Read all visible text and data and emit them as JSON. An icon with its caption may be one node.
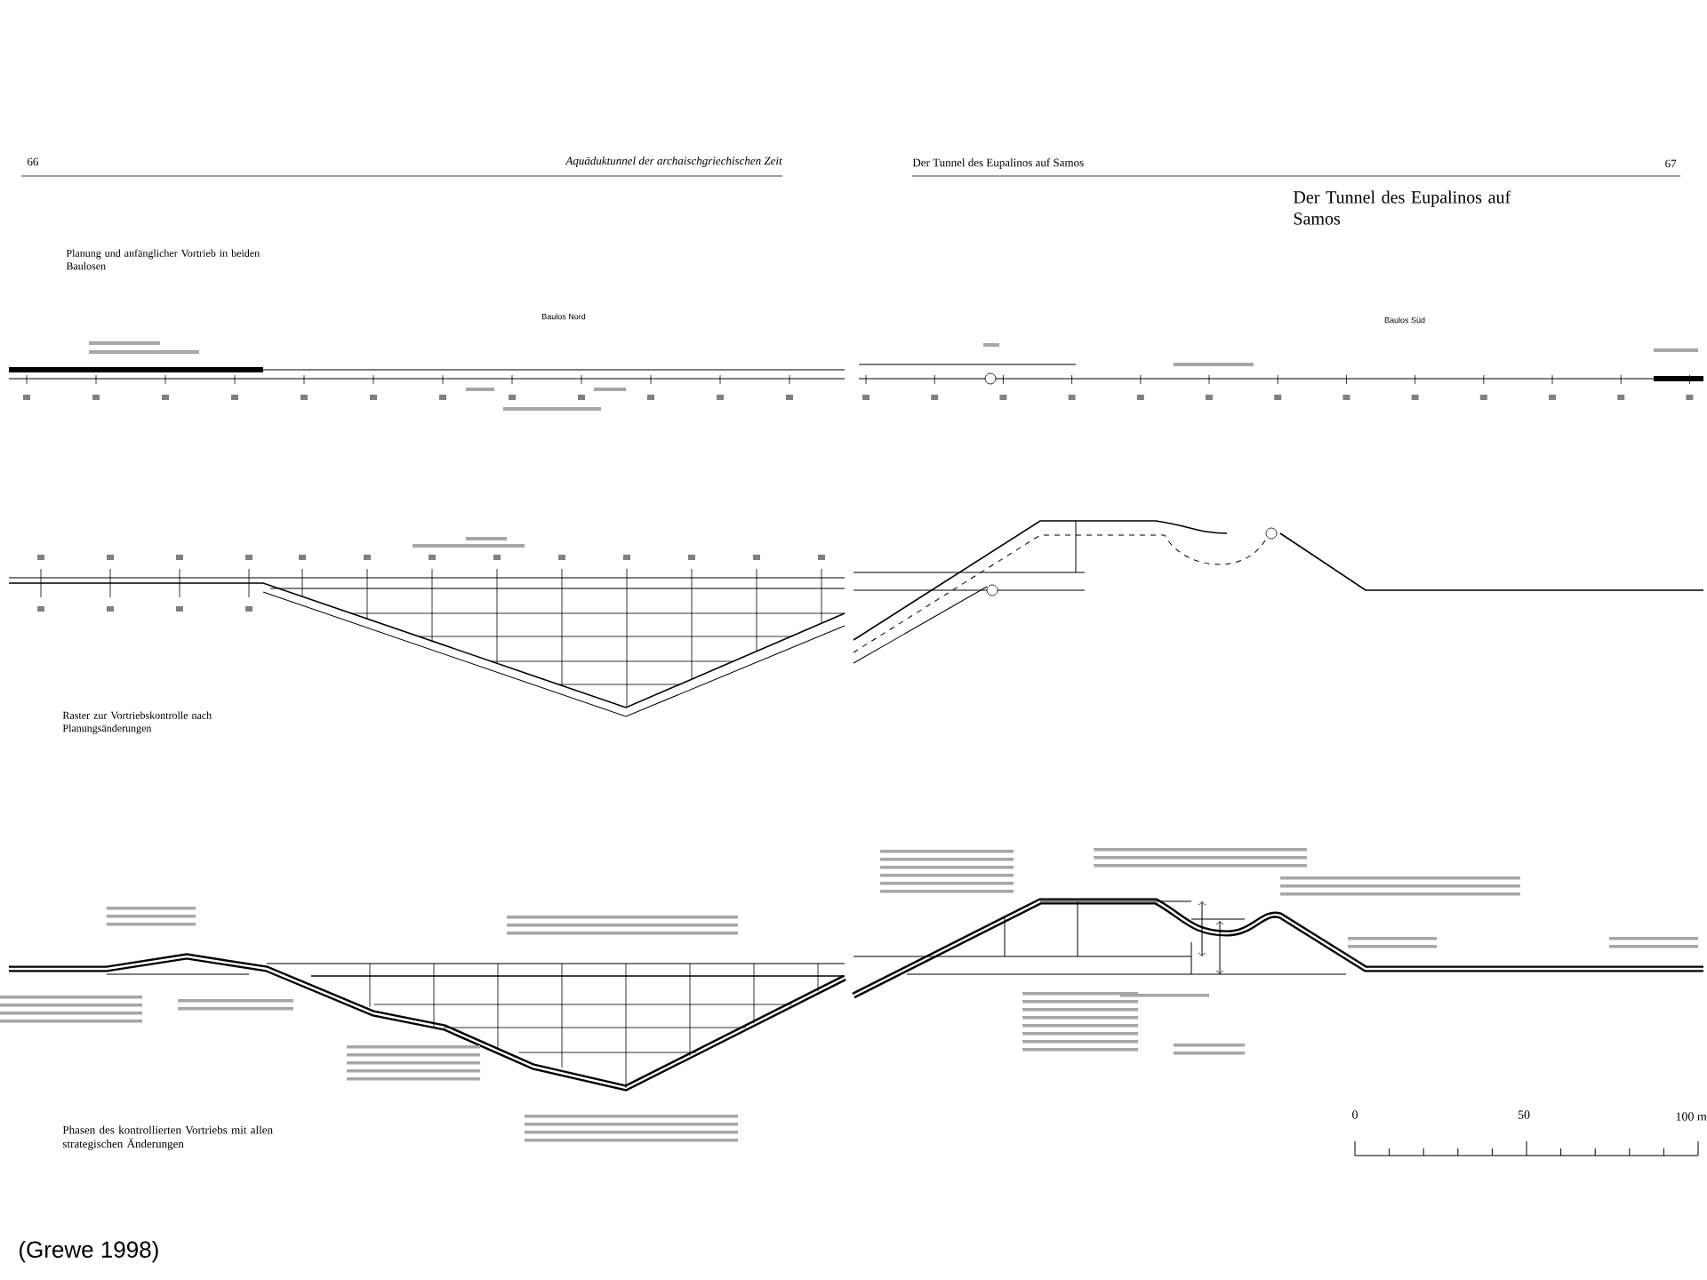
{
  "diagram": {
    "title": "Der Tunnel des Eupalinos auf Samos",
    "caption": "(Grewe 1998)",
    "labels": [
      "66",
      "Aquäduktunnel der archaischgriechischen Zeit",
      "Der Tunnel des Eupalinos auf Samos",
      "67",
      "Planung und anfänglicher Vortrieb in beiden Baulosen",
      "Baulos Nord",
      "Baulos Süd",
      "Raster zur Vortriebskontrolle nach Planungsänderungen",
      "Phasen des kontrollierten Vortriebs mit allen strategischen Änderungen",
      "0",
      "50",
      "100 m"
    ]
  }
}
